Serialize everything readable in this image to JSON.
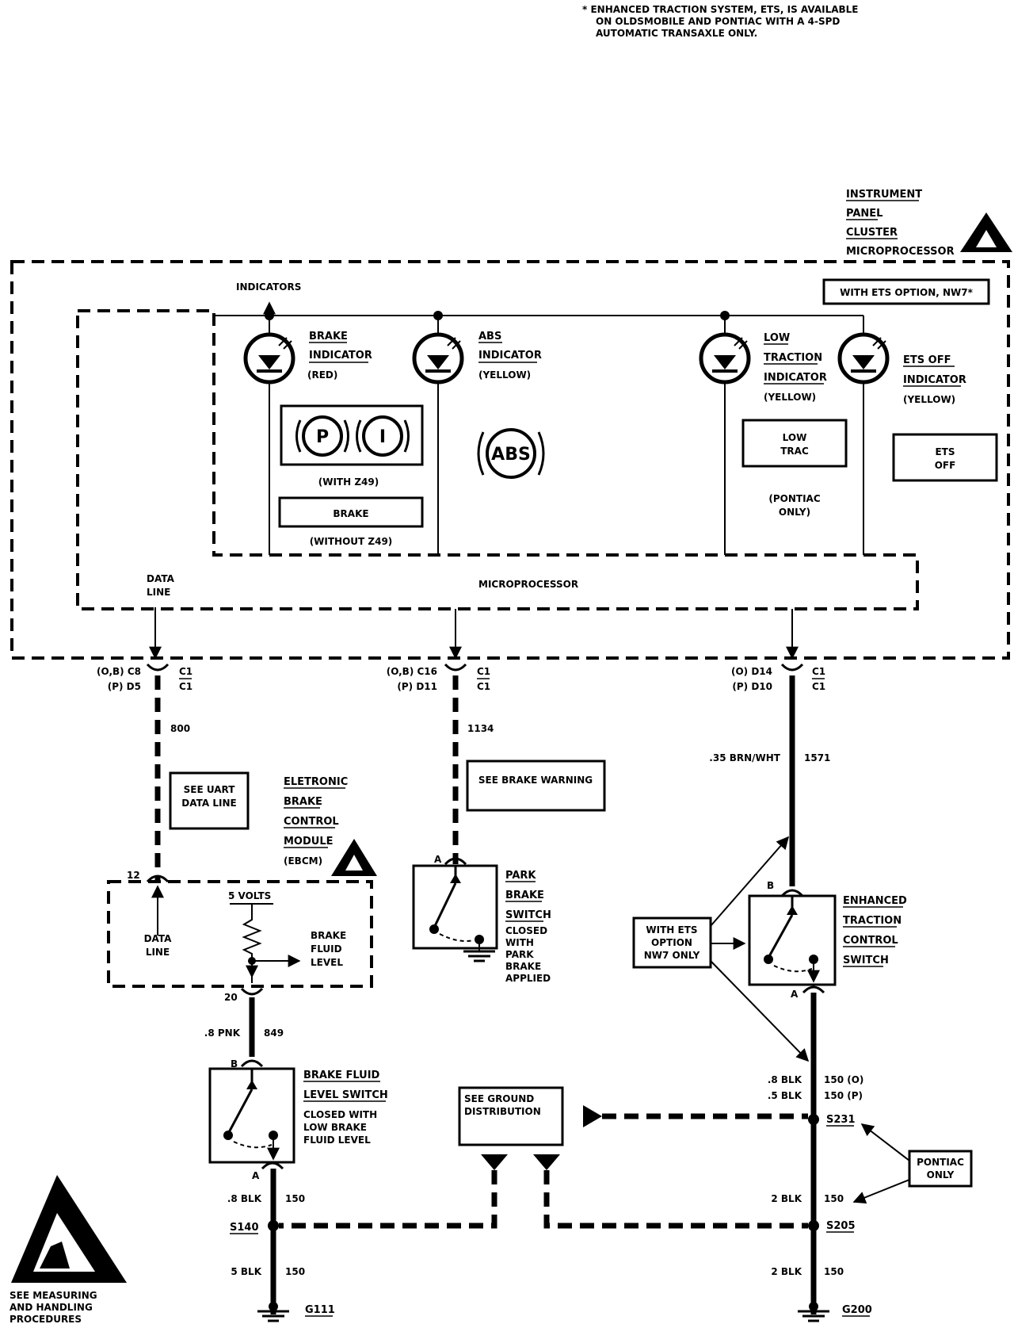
{
  "footnote": {
    "line1": "* ENHANCED TRACTION SYSTEM, ETS, IS AVAILABLE",
    "line2": "ON OLDSMOBILE AND PONTIAC WITH A 4-SPD",
    "line3": "AUTOMATIC TRANSAXLE ONLY."
  },
  "ipc": {
    "title": [
      "INSTRUMENT",
      "PANEL",
      "CLUSTER",
      "MICROPROCESSOR"
    ],
    "ets_option": "WITH ETS OPTION, NW7*",
    "indicators_label": "INDICATORS",
    "microprocessor_label": "MICROPROCESSOR",
    "data_line_label": [
      "DATA",
      "LINE"
    ]
  },
  "lamps": {
    "brake": {
      "label": [
        "BRAKE",
        "INDICATOR"
      ],
      "color": "(RED)"
    },
    "abs": {
      "label": [
        "ABS",
        "INDICATOR"
      ],
      "color": "(YELLOW)"
    },
    "low_traction": {
      "label": [
        "LOW",
        "TRACTION",
        "INDICATOR"
      ],
      "color": "(YELLOW)"
    },
    "ets_off": {
      "label": [
        "ETS OFF",
        "INDICATOR"
      ],
      "color": "(YELLOW)"
    }
  },
  "symbols": {
    "p": "P",
    "i": "I",
    "with_z49": "(WITH Z49)",
    "brake_box": "BRAKE",
    "without_z49": "(WITHOUT Z49)",
    "abs": "ABS",
    "low_trac": [
      "LOW",
      "TRAC"
    ],
    "pontiac_only": [
      "(PONTIAC",
      "ONLY)"
    ],
    "ets_off": [
      "ETS",
      "OFF"
    ]
  },
  "connectors": {
    "c1_left": {
      "pins": [
        "(O,B) C8",
        "(P) D5"
      ],
      "conn": "C1"
    },
    "c1_mid": {
      "pins": [
        "(O,B) C16",
        "(P) D11"
      ],
      "conn": "C1"
    },
    "c1_right": {
      "pins": [
        "(O) D14",
        "(P) D10"
      ],
      "conn": "C1"
    }
  },
  "wires": {
    "w800": "800",
    "w1134": "1134",
    "w1571_gauge": ".35 BRN/WHT",
    "w1571": "1571",
    "w849_gauge": ".8 PNK",
    "w849": "849",
    "s140_top_gauge": ".8 BLK",
    "s140_top": "150",
    "s140_bot_gauge": "5 BLK",
    "s140_bot": "150",
    "right_top_gauge_o": ".8 BLK",
    "right_top_o": "150 (O)",
    "right_top_gauge_p": ".5 BLK",
    "right_top_p": "150 (P)",
    "right_mid_gauge": "2 BLK",
    "right_mid": "150",
    "right_bot_gauge": "2 BLK",
    "right_bot": "150"
  },
  "refs": {
    "uart": [
      "SEE UART",
      "DATA LINE"
    ],
    "brake_warning": "SEE BRAKE WARNING",
    "ground_distribution": [
      "SEE GROUND",
      "DISTRIBUTION"
    ],
    "ets_nw7": [
      "WITH ETS",
      "OPTION",
      "NW7 ONLY"
    ],
    "pontiac_only": [
      "PONTIAC",
      "ONLY"
    ]
  },
  "ebcm": {
    "title": [
      "ELETRONIC",
      "BRAKE",
      "CONTROL",
      "MODULE",
      "(EBCM)"
    ],
    "pin_top": "12",
    "pin_bottom": "20",
    "volts": "5 VOLTS",
    "data_line": [
      "DATA",
      "LINE"
    ],
    "fluid_level": [
      "BRAKE",
      "FLUID",
      "LEVEL"
    ]
  },
  "park_brake": {
    "pin": "A",
    "title": [
      "PARK",
      "BRAKE",
      "SWITCH"
    ],
    "desc": [
      "CLOSED",
      "WITH",
      "PARK",
      "BRAKE",
      "APPLIED"
    ]
  },
  "fluid_switch": {
    "pin_top": "B",
    "pin_bottom": "A",
    "title": [
      "BRAKE FLUID",
      "LEVEL SWITCH"
    ],
    "desc": [
      "CLOSED WITH",
      "LOW BRAKE",
      "FLUID LEVEL"
    ]
  },
  "etc_switch": {
    "pin_top": "B",
    "pin_bottom": "A",
    "title": [
      "ENHANCED",
      "TRACTION",
      "CONTROL",
      "SWITCH"
    ]
  },
  "splices": {
    "s140": "S140",
    "s231": "S231",
    "s205": "S205"
  },
  "grounds": {
    "g111": "G111",
    "g200": "G200"
  },
  "esd_note": [
    "SEE MEASURING",
    "AND HANDLING",
    "PROCEDURES"
  ]
}
